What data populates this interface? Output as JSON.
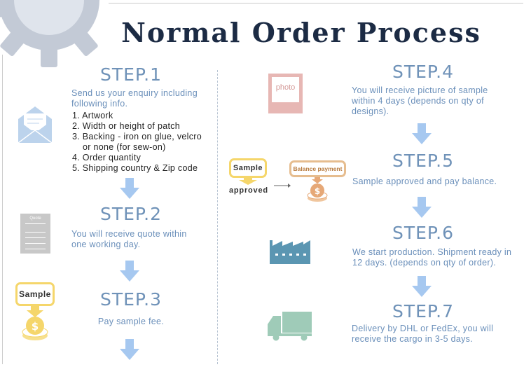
{
  "title": "Normal Order Process",
  "steps": [
    {
      "label": "STEP.1",
      "text": "Send us your enquiry including following info.",
      "items": [
        "1. Artwork",
        "2. Width or height of patch",
        "3. Backing - iron on glue, velcro",
        "or none (for sew-on)",
        "4. Order quantity",
        "5. Shipping country & Zip code"
      ]
    },
    {
      "label": "STEP.2",
      "text": "You will receive quote within one working day."
    },
    {
      "label": "STEP.3",
      "text": "Pay sample fee."
    },
    {
      "label": "STEP.4",
      "text": "You will receive picture of sample within 4 days (depends on qty of designs)."
    },
    {
      "label": "STEP.5",
      "text": "Sample approved and pay balance."
    },
    {
      "label": "STEP.6",
      "text": "We start production. Shipment ready in 12 days. (depends on qty of order)."
    },
    {
      "label": "STEP.7",
      "text": "Delivery by DHL or FedEx, you will receive the cargo in 3-5 days."
    }
  ],
  "icons": {
    "quote_label": "Quote",
    "sample_label": "Sample",
    "approved_label": "approved",
    "balance_label": "Balance payment",
    "photo_label": "photo"
  },
  "colors": {
    "title": "#1c2b44",
    "step": "#6f92b8",
    "arrow": "#a6c8f0",
    "gold": "#f5d66b"
  }
}
